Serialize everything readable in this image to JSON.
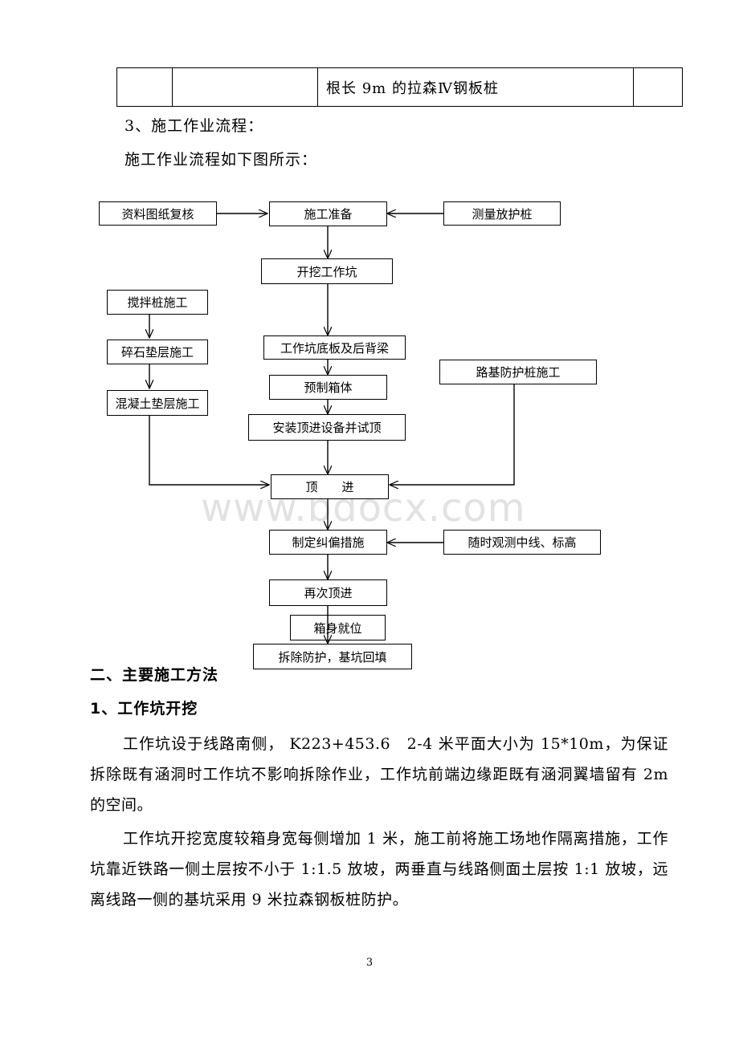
{
  "table_row": [
    "",
    "",
    "根长 9m 的拉森Ⅳ钢板桩",
    ""
  ],
  "section3_heading": "3、施工作业流程：",
  "section3_intro": "施工作业流程如下图所示：",
  "flow": {
    "b1": "资料图纸复核",
    "b2": "施工准备",
    "b3": "测量放护桩",
    "b4": "开挖工作坑",
    "b5": "搅拌桩施工",
    "b6": "碎石垫层施工",
    "b7": "混凝土垫层施工",
    "b8": "工作坑底板及后背梁",
    "b9": "预制箱体",
    "b10": "路基防护桩施工",
    "b11": "安装顶进设备并试顶",
    "b12": "顶　　进",
    "b13": "制定纠偏措施",
    "b14": "随时观测中线、标高",
    "b15": "再次顶进",
    "b16": "箱身就位",
    "b17": "拆除防护，基坑回填"
  },
  "watermark": "www.bdocx.com",
  "heading2": "二、主要施工方法",
  "heading3": "1、工作坑开挖",
  "para1": "工作坑设于线路南侧， K223+453.6　2-4 米平面大小为 15*10m，为保证拆除既有涵洞时工作坑不影响拆除作业，工作坑前端边缘距既有涵洞翼墙留有 2m 的空间。",
  "para2": "工作坑开挖宽度较箱身宽每侧增加 1 米，施工前将施工场地作隔离措施，工作坑靠近铁路一侧土层按不小于 1:1.5 放坡，两垂直与线路侧面土层按 1:1 放坡，远离线路一侧的基坑采用 9 米拉森钢板桩防护。",
  "page_number": "3"
}
